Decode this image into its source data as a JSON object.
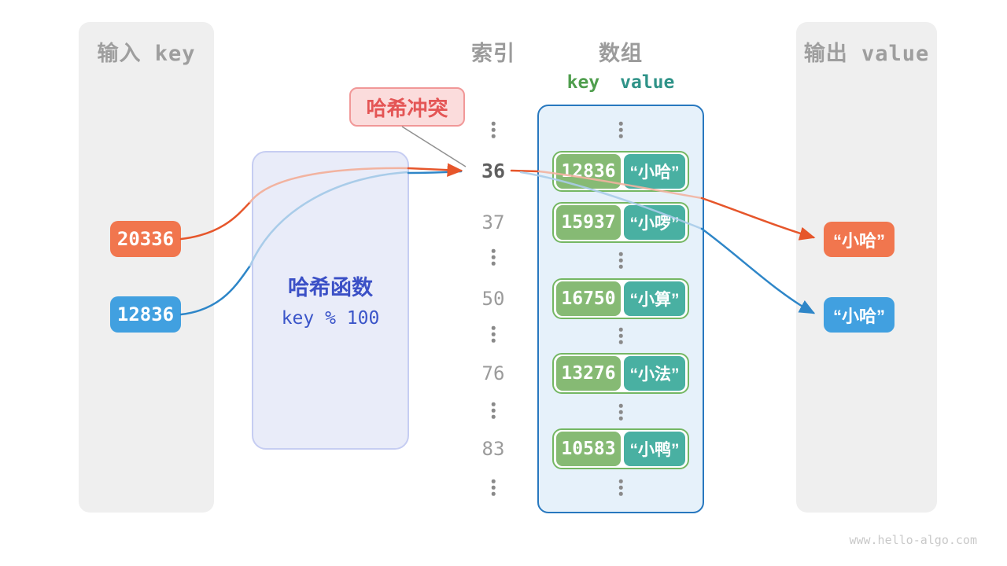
{
  "watermark": "www.hello-algo.com",
  "colors": {
    "orange_chip": "#f1764e",
    "blue_chip": "#41a0e0",
    "orange_line": "#e6562b",
    "blue_line": "#2e86c8",
    "orange_line_faded": "#f2b3a0",
    "blue_line_faded": "#a9cce9",
    "gray_line": "#909090",
    "array_border": "#2878bf",
    "pair_border": "#74b763",
    "key_cell": "#86ba74",
    "value_cell": "#49b0a2",
    "hash_text": "#3b50c6",
    "badge_text": "#e45555"
  },
  "input_panel": {
    "title": "输入 key",
    "keys": [
      {
        "value": "20336"
      },
      {
        "value": "12836"
      }
    ]
  },
  "hash_box": {
    "title": "哈希函数",
    "formula": "key % 100"
  },
  "collision_badge": {
    "label": "哈希冲突"
  },
  "index_column": {
    "title": "索引",
    "entries": [
      "36",
      "37",
      "50",
      "76",
      "83"
    ],
    "highlighted": "36"
  },
  "array": {
    "title": "数组",
    "key_header": "key",
    "value_header": "value",
    "rows": [
      {
        "key": "12836",
        "value": "“小哈”"
      },
      {
        "key": "15937",
        "value": "“小啰”"
      },
      {
        "key": "16750",
        "value": "“小算”"
      },
      {
        "key": "13276",
        "value": "“小法”"
      },
      {
        "key": "10583",
        "value": "“小鸭”"
      }
    ]
  },
  "output_panel": {
    "title": "输出 value",
    "values": [
      {
        "text": "“小哈”"
      },
      {
        "text": "“小哈”"
      }
    ]
  }
}
